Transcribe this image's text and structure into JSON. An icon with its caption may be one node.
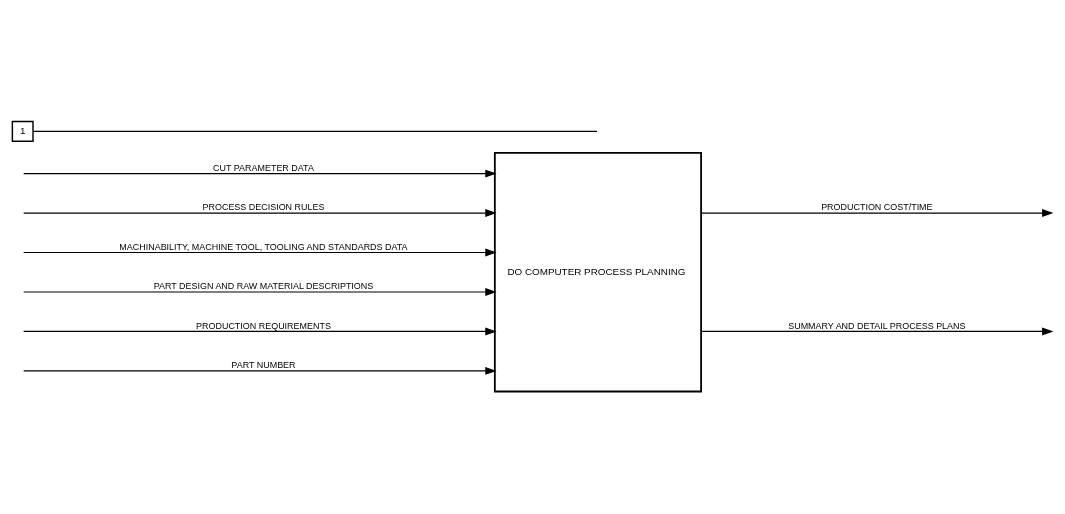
{
  "diagram": {
    "nodes": [
      {
        "text": [
          "DO COMPUTER PROCESS PLANNING"
        ]
      },
      {
        "text": [
          "1"
        ]
      }
    ],
    "edges": [
      {
        "from": null,
        "to": 0,
        "arrow": "to",
        "label": "CUT PARAMETER DATA"
      },
      {
        "from": null,
        "to": 0,
        "arrow": "to",
        "label": "PROCESS DECISION RULES"
      },
      {
        "from": null,
        "to": 0,
        "arrow": "to",
        "label": "MACHINABILITY, MACHINE TOOL, TOOLING AND STANDARDS DATA"
      },
      {
        "from": null,
        "to": 0,
        "arrow": "to",
        "label": "PART DESIGN AND RAW MATERIAL DESCRIPTIONS"
      },
      {
        "from": null,
        "to": 0,
        "arrow": "to",
        "label": "PRODUCTION REQUIREMENTS"
      },
      {
        "from": null,
        "to": 0,
        "arrow": "to",
        "label": "PART NUMBER"
      },
      {
        "from": 0,
        "to": null,
        "arrow": "to",
        "label": "PRODUCTION COST/TIME"
      },
      {
        "from": 0,
        "to": null,
        "arrow": "to",
        "label": "SUMMARY AND DETAIL PROCESS PLANS"
      },
      {
        "from": 1,
        "to": null,
        "arrow": "none"
      }
    ]
  }
}
